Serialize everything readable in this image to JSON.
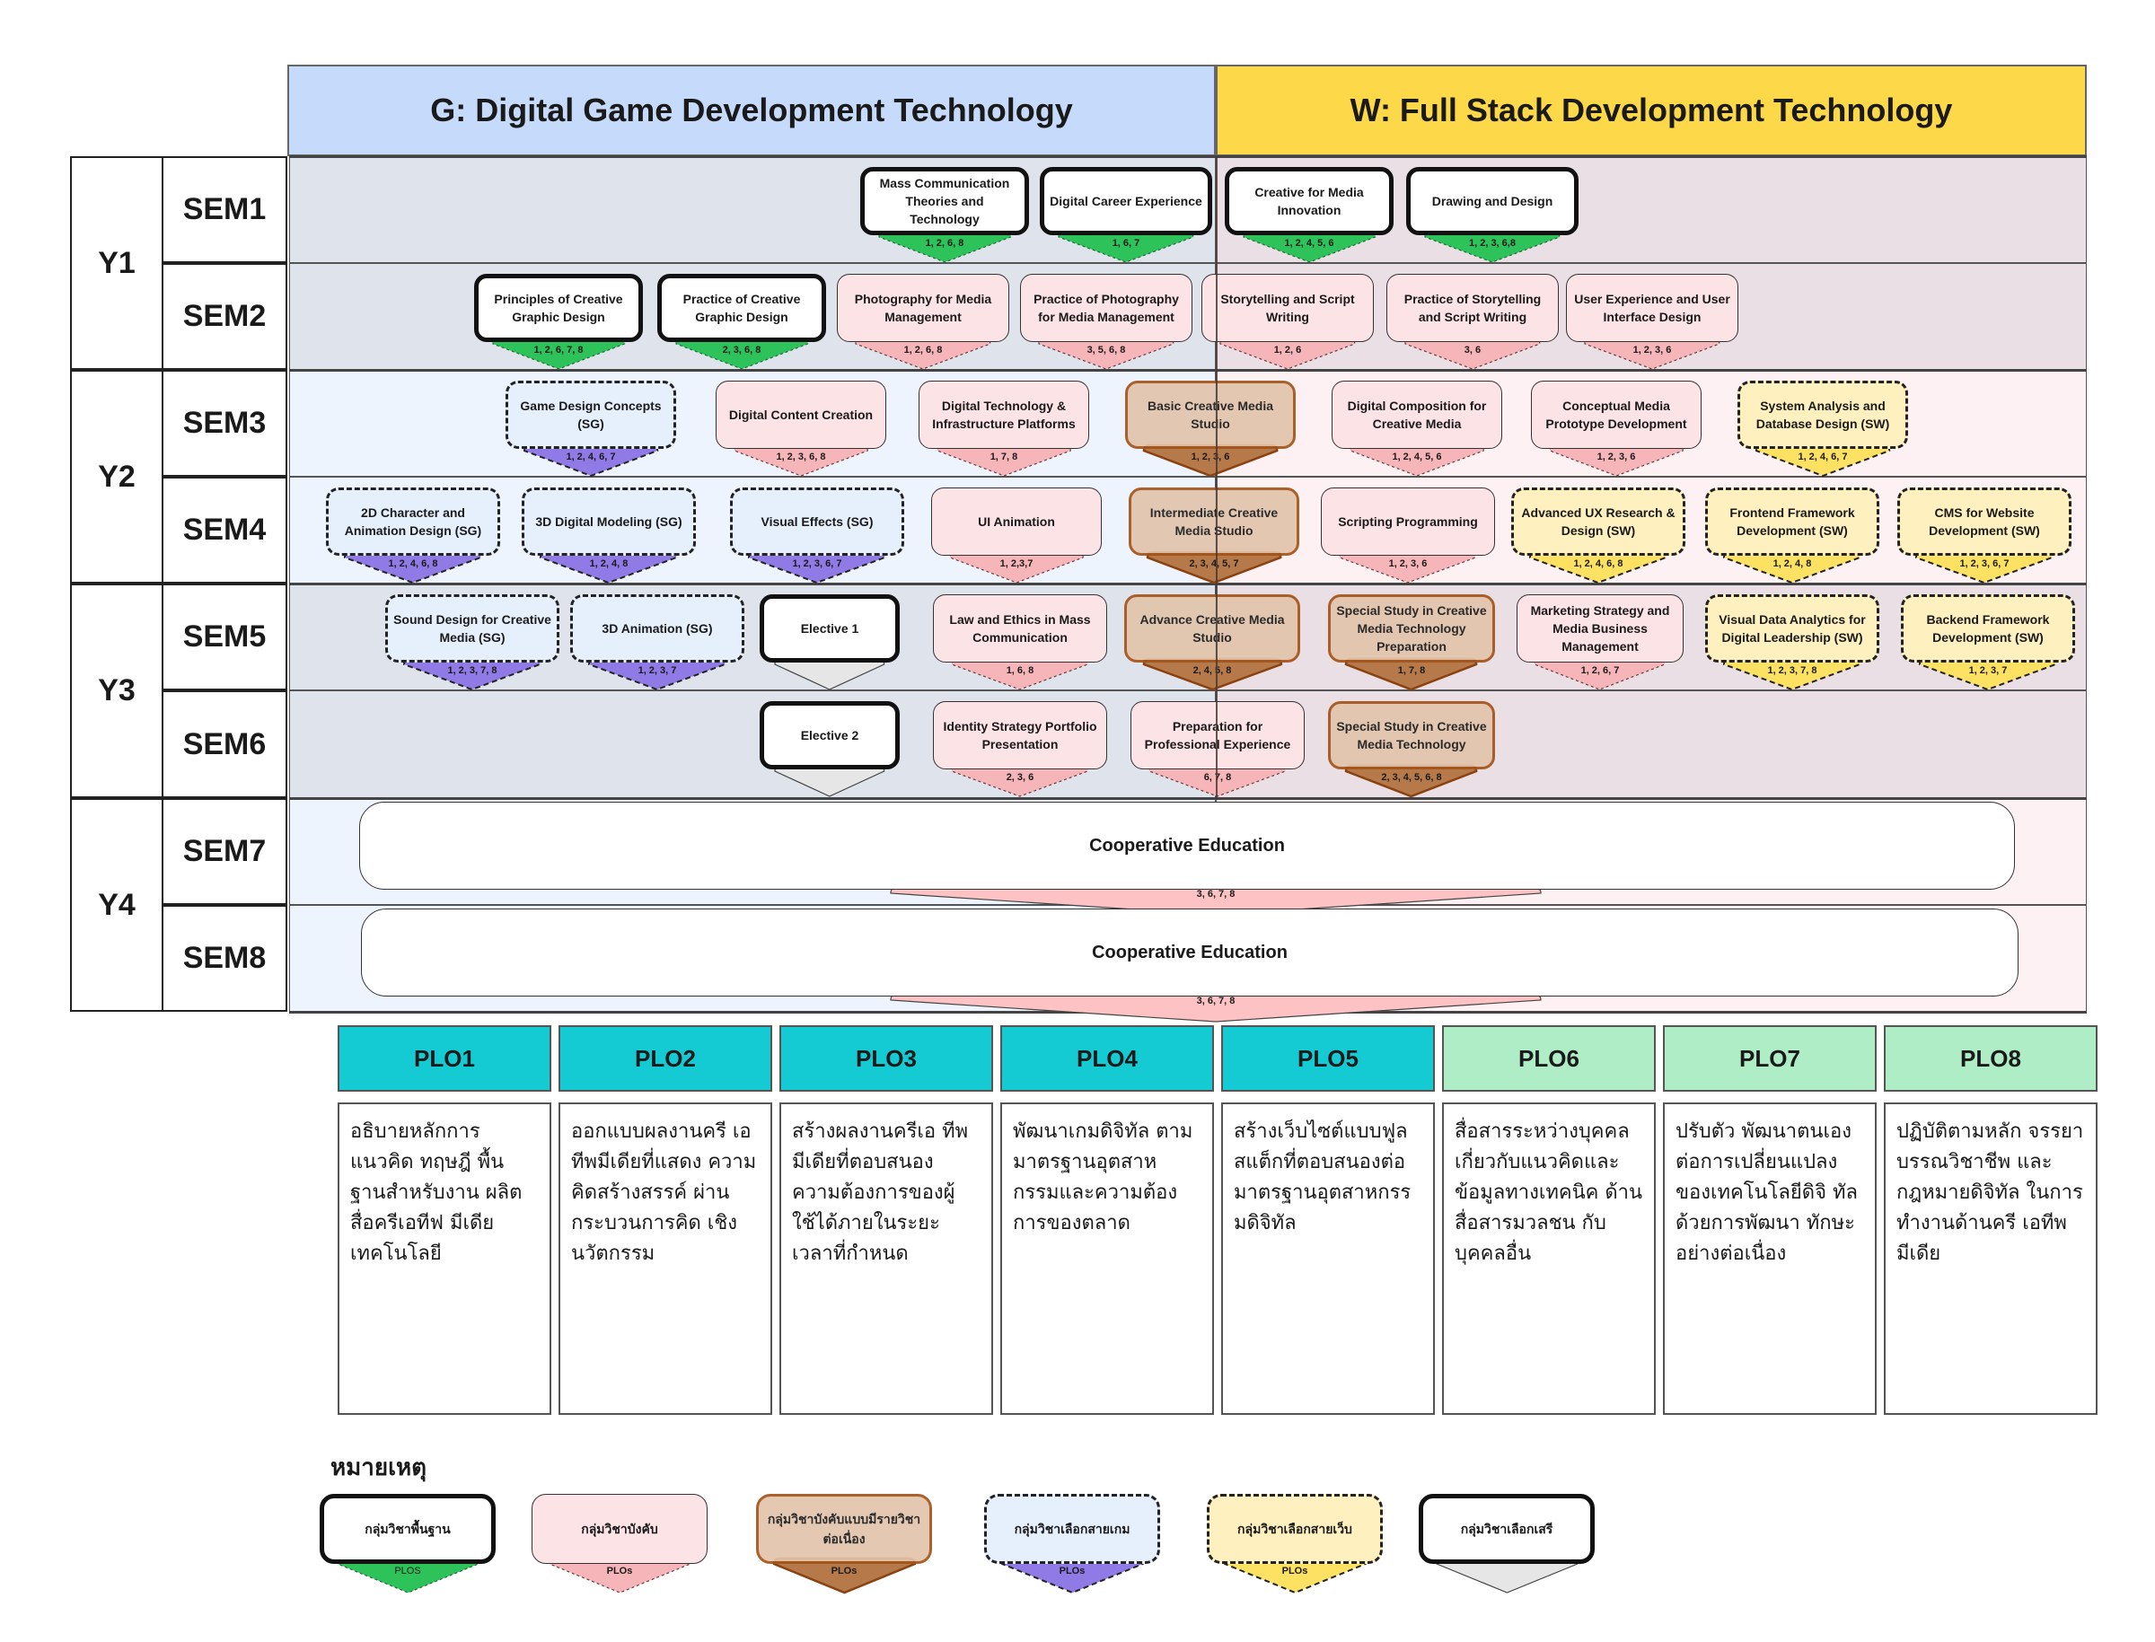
{
  "tracks": {
    "g": {
      "label": "G: Digital Game Development Technology",
      "color": "#c6dbfb"
    },
    "w": {
      "label": "W: Full Stack Development Technology",
      "color": "#fdd94a"
    }
  },
  "years": [
    {
      "label": "Y1",
      "sems": [
        "SEM1",
        "SEM2"
      ]
    },
    {
      "label": "Y2",
      "sems": [
        "SEM3",
        "SEM4"
      ]
    },
    {
      "label": "Y3",
      "sems": [
        "SEM5",
        "SEM6"
      ]
    },
    {
      "label": "Y4",
      "sems": [
        "SEM7",
        "SEM8"
      ]
    }
  ],
  "course_types": {
    "base": {
      "name": "กลุ่มวิชาพื้นฐาน",
      "arrow_label": "PLOS",
      "arrow_color": "#2ec35a"
    },
    "core": {
      "name": "กลุ่มวิชาบังคับ",
      "arrow_label": "PLOs",
      "arrow_color": "#f6b6b9"
    },
    "seq": {
      "name": "กลุ่มวิชาบังคับแบบมีรายวิชาต่อเนื่อง",
      "arrow_label": "PLOs",
      "arrow_color": "#b67a4a"
    },
    "game": {
      "name": "กลุ่มวิชาเลือกสายเกม",
      "arrow_label": "PLOs",
      "arrow_color": "#8f7ae6"
    },
    "web": {
      "name": "กลุ่มวิชาเลือกสายเว็บ",
      "arrow_label": "PLOs",
      "arrow_color": "#fde163"
    },
    "free": {
      "name": "กลุ่มวิชาเลือกเสรี",
      "arrow_label": "",
      "arrow_color": "#e6e6e6"
    }
  },
  "courses": [
    {
      "id": "mass-comm",
      "sem": 1,
      "type": "base",
      "title": "Mass Communication Theories and Technology",
      "plos": "1, 2, 6, 8"
    },
    {
      "id": "digital-career",
      "sem": 1,
      "type": "base",
      "title": "Digital Career Experience",
      "plos": "1, 6, 7"
    },
    {
      "id": "creative-innovation",
      "sem": 1,
      "type": "base",
      "title": "Creative for Media Innovation",
      "plos": "1, 2, 4, 5, 6"
    },
    {
      "id": "drawing-design",
      "sem": 1,
      "type": "base",
      "title": "Drawing and Design",
      "plos": "1, 2, 3, 6,8"
    },
    {
      "id": "principles-graphic",
      "sem": 2,
      "type": "base",
      "title": "Principles of Creative Graphic Design",
      "plos": "1, 2, 6, 7, 8"
    },
    {
      "id": "practice-graphic",
      "sem": 2,
      "type": "base",
      "title": "Practice of Creative Graphic Design",
      "plos": "2, 3, 6, 8"
    },
    {
      "id": "photography",
      "sem": 2,
      "type": "core",
      "title": "Photography for Media Management",
      "plos": "1, 2, 6, 8"
    },
    {
      "id": "practice-photography",
      "sem": 2,
      "type": "core",
      "title": "Practice of Photography for Media Management",
      "plos": "3, 5, 6, 8"
    },
    {
      "id": "storytelling",
      "sem": 2,
      "type": "core",
      "title": "Storytelling and Script Writing",
      "plos": "1, 2, 6"
    },
    {
      "id": "practice-storytelling",
      "sem": 2,
      "type": "core",
      "title": "Practice of Storytelling and Script Writing",
      "plos": "3, 6"
    },
    {
      "id": "ux-ui",
      "sem": 2,
      "type": "core",
      "title": "User Experience and User Interface Design",
      "plos": "1, 2, 3, 6"
    },
    {
      "id": "game-design",
      "sem": 3,
      "type": "game",
      "title": "Game Design Concepts (SG)",
      "plos": "1, 2, 4, 6, 7"
    },
    {
      "id": "digital-content",
      "sem": 3,
      "type": "core",
      "title": "Digital Content Creation",
      "plos": "1, 2, 3, 6, 8"
    },
    {
      "id": "digital-tech",
      "sem": 3,
      "type": "core",
      "title": "Digital Technology & Infrastructure Platforms",
      "plos": "1, 7, 8"
    },
    {
      "id": "basic-studio",
      "sem": 3,
      "type": "seq",
      "title": "Basic Creative Media Studio",
      "plos": "1, 2, 3, 6"
    },
    {
      "id": "digital-composition",
      "sem": 3,
      "type": "core",
      "title": "Digital Composition for Creative Media",
      "plos": "1, 2, 4, 5, 6"
    },
    {
      "id": "conceptual-prototype",
      "sem": 3,
      "type": "core",
      "title": "Conceptual Media Prototype Development",
      "plos": "1, 2, 3, 6"
    },
    {
      "id": "system-analysis",
      "sem": 3,
      "type": "web",
      "title": "System Analysis and Database Design (SW)",
      "plos": "1, 2, 4, 6, 7"
    },
    {
      "id": "2d-character",
      "sem": 4,
      "type": "game",
      "title": "2D Character and Animation Design (SG)",
      "plos": "1, 2, 4, 6, 8"
    },
    {
      "id": "3d-modeling",
      "sem": 4,
      "type": "game",
      "title": "3D Digital Modeling (SG)",
      "plos": "1, 2, 4, 8"
    },
    {
      "id": "visual-effects",
      "sem": 4,
      "type": "game",
      "title": "Visual Effects (SG)",
      "plos": "1, 2, 3, 6, 7"
    },
    {
      "id": "ui-animation",
      "sem": 4,
      "type": "core",
      "title": "UI Animation",
      "plos": "1, 2,3,7"
    },
    {
      "id": "intermediate-studio",
      "sem": 4,
      "type": "seq",
      "title": "Intermediate Creative Media Studio",
      "plos": "2, 3, 4, 5, 7"
    },
    {
      "id": "scripting",
      "sem": 4,
      "type": "core",
      "title": "Scripting Programming",
      "plos": "1, 2, 3, 6"
    },
    {
      "id": "advanced-ux",
      "sem": 4,
      "type": "web",
      "title": "Advanced UX Research & Design (SW)",
      "plos": "1, 2, 4, 6, 8"
    },
    {
      "id": "frontend",
      "sem": 4,
      "type": "web",
      "title": "Frontend Framework Development (SW)",
      "plos": "1, 2, 4, 8"
    },
    {
      "id": "cms",
      "sem": 4,
      "type": "web",
      "title": "CMS for Website Development (SW)",
      "plos": "1, 2, 3, 6, 7"
    },
    {
      "id": "sound-design",
      "sem": 5,
      "type": "game",
      "title": "Sound Design for Creative Media (SG)",
      "plos": "1, 2, 3, 7, 8"
    },
    {
      "id": "3d-animation",
      "sem": 5,
      "type": "game",
      "title": "3D Animation (SG)",
      "plos": "1, 2, 3, 7"
    },
    {
      "id": "elective-1",
      "sem": 5,
      "type": "free",
      "title": "Elective 1",
      "plos": ""
    },
    {
      "id": "law-ethics",
      "sem": 5,
      "type": "core",
      "title": "Law and Ethics in Mass Communication",
      "plos": "1, 6, 8"
    },
    {
      "id": "advance-studio",
      "sem": 5,
      "type": "seq",
      "title": "Advance Creative Media Studio",
      "plos": "2, 4, 5, 8"
    },
    {
      "id": "special-prep",
      "sem": 5,
      "type": "seq",
      "title": "Special Study in Creative Media Technology Preparation",
      "plos": "1, 7, 8"
    },
    {
      "id": "marketing",
      "sem": 5,
      "type": "core",
      "title": "Marketing Strategy and Media Business Management",
      "plos": "1, 2, 6, 7"
    },
    {
      "id": "visual-data",
      "sem": 5,
      "type": "web",
      "title": "Visual Data Analytics for Digital Leadership (SW)",
      "plos": "1, 2, 3, 7, 8"
    },
    {
      "id": "backend",
      "sem": 5,
      "type": "web",
      "title": "Backend Framework Development (SW)",
      "plos": "1, 2, 3, 7"
    },
    {
      "id": "elective-2",
      "sem": 6,
      "type": "free",
      "title": "Elective 2",
      "plos": ""
    },
    {
      "id": "identity-portfolio",
      "sem": 6,
      "type": "core",
      "title": "Identity Strategy Portfolio Presentation",
      "plos": "2, 3, 6"
    },
    {
      "id": "prep-professional",
      "sem": 6,
      "type": "core",
      "title": "Preparation for Professional Experience",
      "plos": "6, 7, 8"
    },
    {
      "id": "special-study",
      "sem": 6,
      "type": "seq",
      "title": "Special Study in Creative Media Technology",
      "plos": "2, 3, 4, 5, 6, 8"
    },
    {
      "id": "coop-7",
      "sem": 7,
      "type": "coop",
      "title": "Cooperative Education",
      "plos": "3, 6, 7, 8"
    },
    {
      "id": "coop-8",
      "sem": 8,
      "type": "coop",
      "title": "Cooperative Education",
      "plos": "3, 6, 7, 8"
    }
  ],
  "plos": [
    {
      "label": "PLO1",
      "group": "a",
      "text": "อธิบายหลักการ แนวคิด ทฤษฎี พื้นฐานสำหรับงาน ผลิตสื่อครีเอทีฟ มีเดียเทคโนโลยี"
    },
    {
      "label": "PLO2",
      "group": "a",
      "text": "ออกแบบผลงานครี เอทีพมีเดียที่แสดง ความคิดสร้างสรรค์ ผ่านกระบวนการคิด เชิงนวัตกรรม"
    },
    {
      "label": "PLO3",
      "group": "a",
      "text": "สร้างผลงานครีเอ ทีพมีเดียที่ตอบสนอง ความต้องการของผู้ ใช้ได้ภายในระยะ เวลาที่กำหนด"
    },
    {
      "label": "PLO4",
      "group": "a",
      "text": "พัฒนาเกมดิจิทัล ตามมาตรฐานอุตสาห กรรมและความต้อง การของตลาด"
    },
    {
      "label": "PLO5",
      "group": "a",
      "text": "สร้างเว็บไซต์แบบฟูล สแต็กที่ตอบสนองต่อ มาตรฐานอุตสาหกรร มดิจิทัล"
    },
    {
      "label": "PLO6",
      "group": "b",
      "text": "สื่อสารระหว่างบุคคล เกี่ยวกับแนวคิดและ ข้อมูลทางเทคนิค ด้านสื่อสารมวลชน กับบุคคลอื่น"
    },
    {
      "label": "PLO7",
      "group": "b",
      "text": "ปรับตัว พัฒนาตนเอง ต่อการเปลี่ยนแปลง ของเทคโนโลยีดิจิ ทัลด้วยการพัฒนา ทักษะอย่างต่อเนื่อง"
    },
    {
      "label": "PLO8",
      "group": "b",
      "text": "ปฏิบัติตามหลัก จรรยาบรรณวิชาชีพ และกฎหมายดิจิทัล ในการทำงานด้านครี เอทีพมีเดีย"
    }
  ],
  "plo_colors": {
    "a": "#14cbd3",
    "b": "#aeedc6"
  },
  "legend": {
    "title": "หมายเหตุ",
    "items": [
      "base",
      "core",
      "seq",
      "game",
      "web",
      "free"
    ]
  }
}
